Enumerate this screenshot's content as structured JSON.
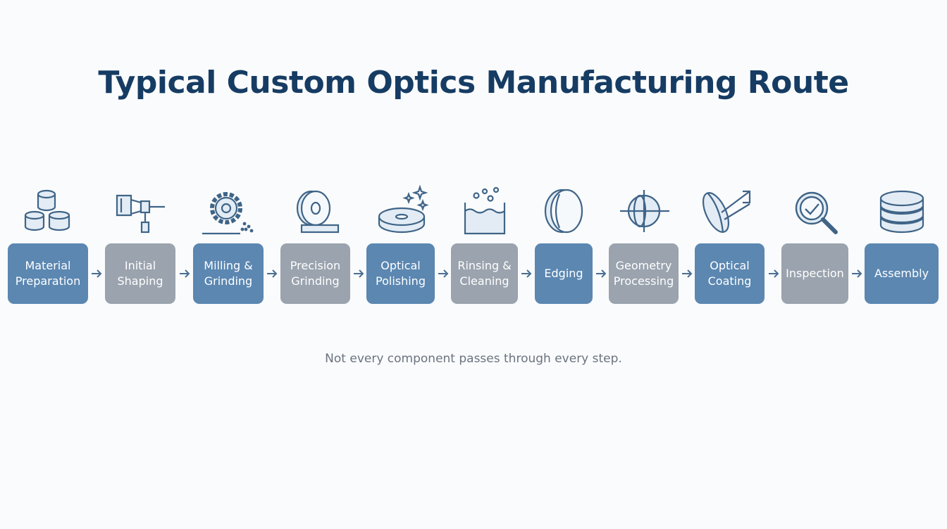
{
  "title": "Typical Custom Optics Manufacturing Route",
  "note": "Not every component passes through every step.",
  "colors": {
    "title": "#163c63",
    "step_blue": "#5b87b1",
    "step_gray": "#9aa3ae",
    "icon_stroke": "#3f6487",
    "arrow": "#4a6e93"
  },
  "steps": [
    {
      "label": "Material\nPreparation",
      "style": "blue",
      "icon": "stacked-discs-icon"
    },
    {
      "label": "Initial\nShaping",
      "style": "gray",
      "icon": "saw-tool-icon"
    },
    {
      "label": "Milling &\nGrinding",
      "style": "blue",
      "icon": "grinding-gear-icon"
    },
    {
      "label": "Precision\nGrinding",
      "style": "gray",
      "icon": "grinding-wheel-icon"
    },
    {
      "label": "Optical\nPolishing",
      "style": "blue",
      "icon": "polished-disc-icon"
    },
    {
      "label": "Rinsing &\nCleaning",
      "style": "gray",
      "icon": "rinse-bath-icon"
    },
    {
      "label": "Edging",
      "style": "blue",
      "icon": "lens-edge-icon"
    },
    {
      "label": "Geometry\nProcessing",
      "style": "gray",
      "icon": "crosshair-lens-icon"
    },
    {
      "label": "Optical\nCoating",
      "style": "blue",
      "icon": "coated-lens-icon"
    },
    {
      "label": "Inspection",
      "style": "gray",
      "icon": "magnifier-check-icon"
    },
    {
      "label": "Assembly",
      "style": "blue",
      "icon": "lens-stack-icon"
    }
  ]
}
